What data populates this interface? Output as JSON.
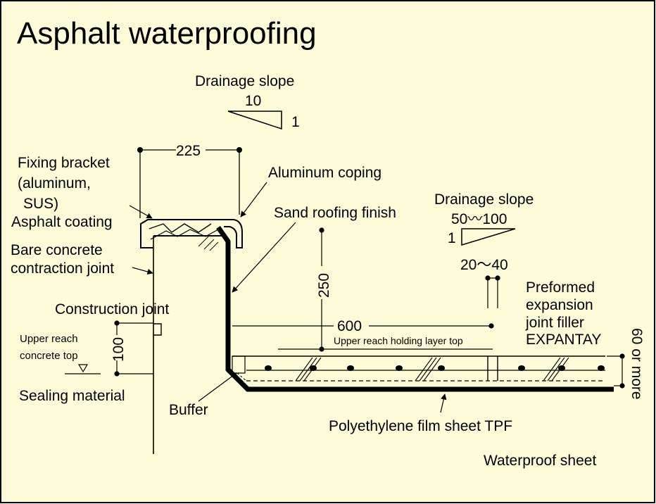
{
  "title": "Asphalt waterproofing",
  "colors": {
    "background": "#fdfbd8",
    "border": "#000000",
    "ink": "#000000"
  },
  "roof_slope": {
    "label": "Drainage slope",
    "run": "10",
    "rise": "1"
  },
  "floor_slope": {
    "label": "Drainage slope",
    "run": "50〰100",
    "rise": "1"
  },
  "dimensions": {
    "coping_width": "225",
    "drop_height": "250",
    "horizontal_run": "600",
    "joint_gap": "20〜40",
    "construction_joint_offset": "100",
    "slab_thickness": "60 or more"
  },
  "labels": {
    "fixing_bracket_line1": "Fixing bracket",
    "fixing_bracket_line2": "(aluminum,",
    "fixing_bracket_line3": "SUS)",
    "aluminum_coping": "Aluminum coping",
    "asphalt_coating": "Asphalt coating",
    "sand_roofing_finish": "Sand roofing finish",
    "bare_concrete_line1": "Bare concrete",
    "bare_concrete_line2": "contraction joint",
    "construction_joint": "Construction joint",
    "upper_reach_line1": "Upper reach",
    "upper_reach_line2": "concrete top",
    "sealing_material": "Sealing material",
    "buffer": "Buffer",
    "holding_layer_top": "Upper reach holding layer top",
    "expansion_filler_line1": "Preformed",
    "expansion_filler_line2": "expansion",
    "expansion_filler_line3": "joint filler",
    "expansion_filler_line4": "EXPANTAY",
    "polyethylene_sheet": "Polyethylene film sheet TPF",
    "waterproof_sheet": "Waterproof sheet"
  }
}
